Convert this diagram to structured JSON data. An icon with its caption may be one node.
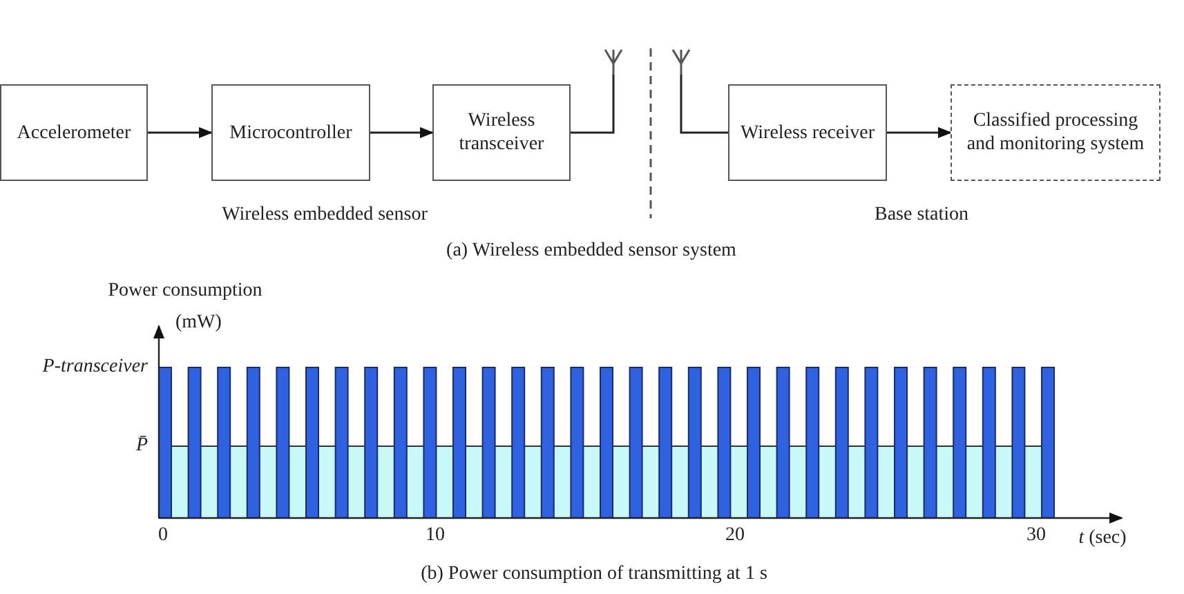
{
  "diagram": {
    "nodes": [
      {
        "text": [
          "Accelerometer"
        ]
      },
      {
        "text": [
          "Microcontroller"
        ]
      },
      {
        "text": [
          "Wireless transceiver"
        ]
      },
      {
        "text": [],
        "shape": "antenna"
      },
      {
        "text": [],
        "shape": "antenna"
      },
      {
        "text": [
          "Wireless receiver"
        ]
      },
      {
        "text": [
          "Classified processing and monitoring system"
        ]
      }
    ],
    "edges": [
      {
        "from": 0,
        "to": 1,
        "arrow": "to"
      },
      {
        "from": 1,
        "to": 2,
        "arrow": "to"
      },
      {
        "from": 2,
        "to": 3,
        "arrow": "none"
      },
      {
        "from": 4,
        "to": 5,
        "arrow": "none"
      },
      {
        "from": 5,
        "to": 6,
        "arrow": "to"
      }
    ],
    "labels": [
      "Wireless embedded sensor",
      "Base station",
      "(a) Wireless embedded sensor system",
      "Power consumption",
      "(mW)",
      "P-transceiver",
      "P̄",
      "0",
      "10",
      "20",
      "30",
      "*t* (sec)",
      "(b) Power consumption of transmitting at 1 s"
    ]
  }
}
